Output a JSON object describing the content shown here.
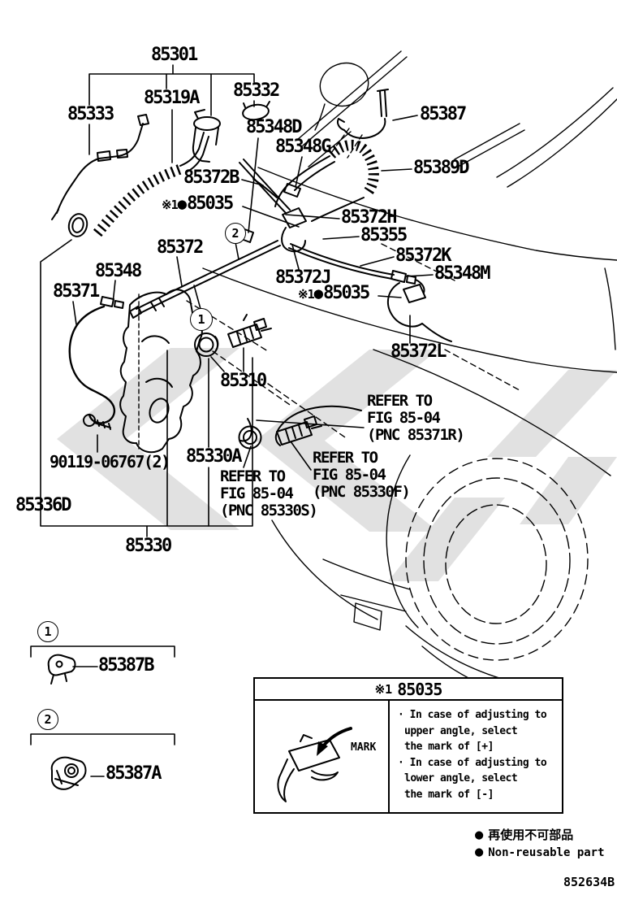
{
  "doc": {
    "drawing_number": "852634B"
  },
  "parts": {
    "p85301": "85301",
    "p85333": "85333",
    "p85319A": "85319A",
    "p85332": "85332",
    "p85348D": "85348D",
    "p85348G": "85348G",
    "p85387": "85387",
    "p85389D": "85389D",
    "p85372B": "85372B",
    "p85372H": "85372H",
    "p85355": "85355",
    "p85372": "85372",
    "p85372K": "85372K",
    "p85348M": "85348M",
    "p85372J": "85372J",
    "p85348": "85348",
    "p85371": "85371",
    "p85372L": "85372L",
    "p85310": "85310",
    "p90119": "90119-06767(2)",
    "p85330A": "85330A",
    "p85336D": "85336D",
    "p85330": "85330",
    "p85387B": "85387B",
    "p85387A": "85387A"
  },
  "adjustable_nozzle": {
    "prefix": "※1",
    "bullet": "●",
    "number": "85035"
  },
  "refer_notes": {
    "r85371R": {
      "line1": "REFER TO",
      "line2": "FIG 85-04",
      "line3": "(PNC 85371R)"
    },
    "r85330F": {
      "line1": "REFER TO",
      "line2": "FIG 85-04",
      "line3": "(PNC 85330F)"
    },
    "r85330S": {
      "line1": "REFER TO",
      "line2": "FIG 85-04",
      "line3": "(PNC 85330S)"
    }
  },
  "callouts": {
    "one": "1",
    "two": "2"
  },
  "note_box": {
    "header_prefix": "※1",
    "header_number": "85035",
    "mark_label": "MARK",
    "line1": "· In case of adjusting to",
    "line2": "upper angle, select",
    "line3": "the mark of [+]",
    "line4": "· In case of adjusting to",
    "line5": "lower angle, select",
    "line6": "the mark of [-]"
  },
  "footer": {
    "bullet": "●",
    "non_reusable_jp": "再使用不可部品",
    "non_reusable_en": "Non-reusable part"
  }
}
